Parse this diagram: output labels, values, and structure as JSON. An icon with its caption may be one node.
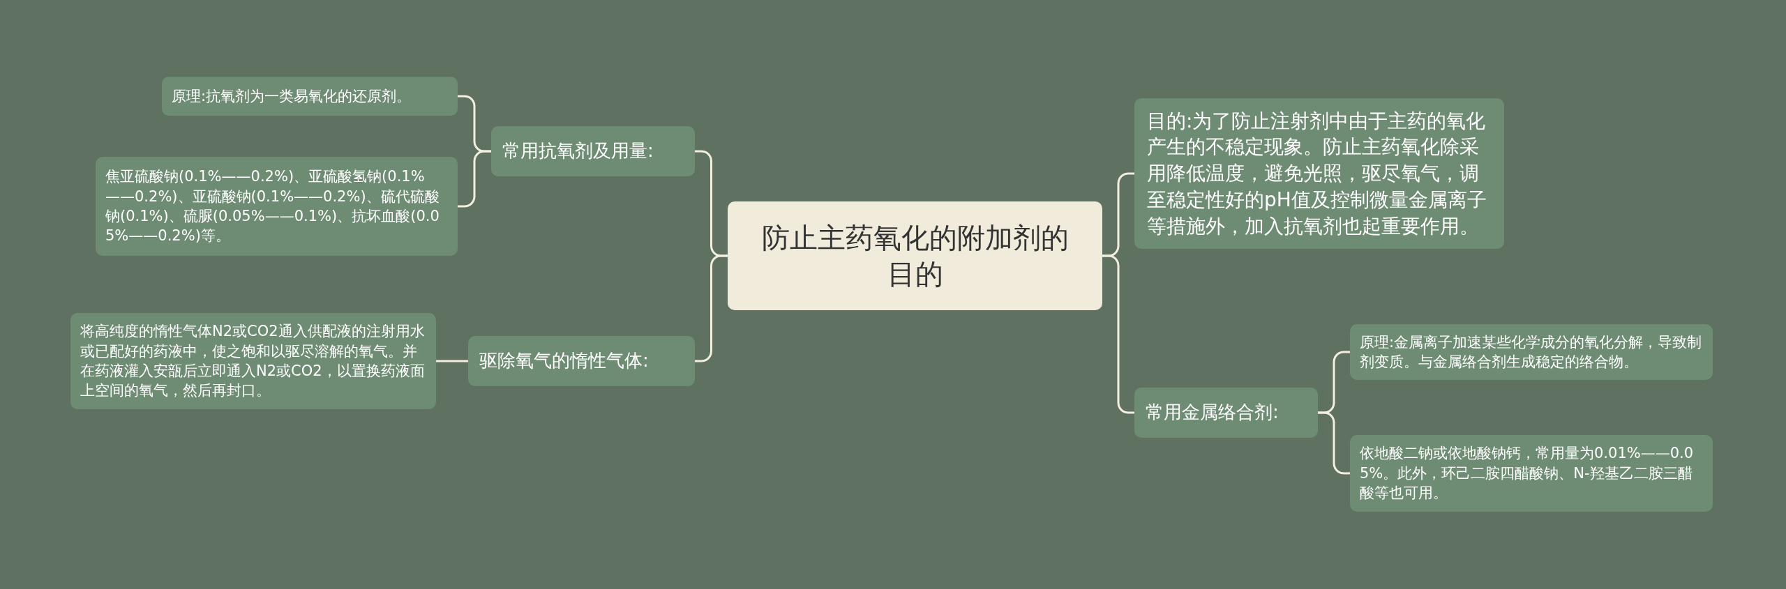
{
  "diagram": {
    "nodes": [
      {
        "text": [
          "防止主药氧化的附加剂的目的"
        ]
      },
      {
        "text": [
          "常用抗氧剂及用量:"
        ]
      },
      {
        "text": [
          "原理:抗氧剂为一类易氧化的还原剂。"
        ]
      },
      {
        "text": [
          "焦亚硫酸钠(0.1%——0.2%)、亚硫酸氢钠(0.1%——0.2%)、亚硫酸钠(0.1%——0.2%)、硫代硫酸钠(0.1%)、硫脲(0.05%——0.1%)、抗坏血酸(0.05%——0.2%)等。"
        ]
      },
      {
        "text": [
          "驱除氧气的惰性气体:"
        ]
      },
      {
        "text": [
          "将高纯度的惰性气体N2或CO2通入供配液的注射用水或已配好的药液中，使之饱和以驱尽溶解的氧气。并在药液灌入安瓿后立即通入N2或CO2，以置换药液面上空间的氧气，然后再封口。"
        ]
      },
      {
        "text": [
          "目的:为了防止注射剂中由于主药的氧化产生的不稳定现象。防止主药氧化除采用降低温度，避免光照，驱尽氧气，调至稳定性好的pH值及控制微量金属离子等措施外，加入抗氧剂也起重要作用。"
        ]
      },
      {
        "text": [
          "常用金属络合剂:"
        ]
      },
      {
        "text": [
          "原理:金属离子加速某些化学成分的氧化分解，导致制剂变质。与金属络合剂生成稳定的络合物。"
        ]
      },
      {
        "text": [
          "依地酸二钠或依地酸钠钙，常用量为0.01%——0.05%。此外，环己二胺四醋酸钠、N-羟基乙二胺三醋酸等也可用。"
        ]
      }
    ],
    "edges": [
      {
        "from": 0,
        "to": 1,
        "arrow": "none"
      },
      {
        "from": 1,
        "to": 2,
        "arrow": "none"
      },
      {
        "from": 1,
        "to": 3,
        "arrow": "none"
      },
      {
        "from": 0,
        "to": 4,
        "arrow": "none"
      },
      {
        "from": 4,
        "to": 5,
        "arrow": "none"
      },
      {
        "from": 0,
        "to": 6,
        "arrow": "none"
      },
      {
        "from": 0,
        "to": 7,
        "arrow": "none"
      },
      {
        "from": 7,
        "to": 8,
        "arrow": "none"
      },
      {
        "from": 7,
        "to": 9,
        "arrow": "none"
      }
    ]
  }
}
